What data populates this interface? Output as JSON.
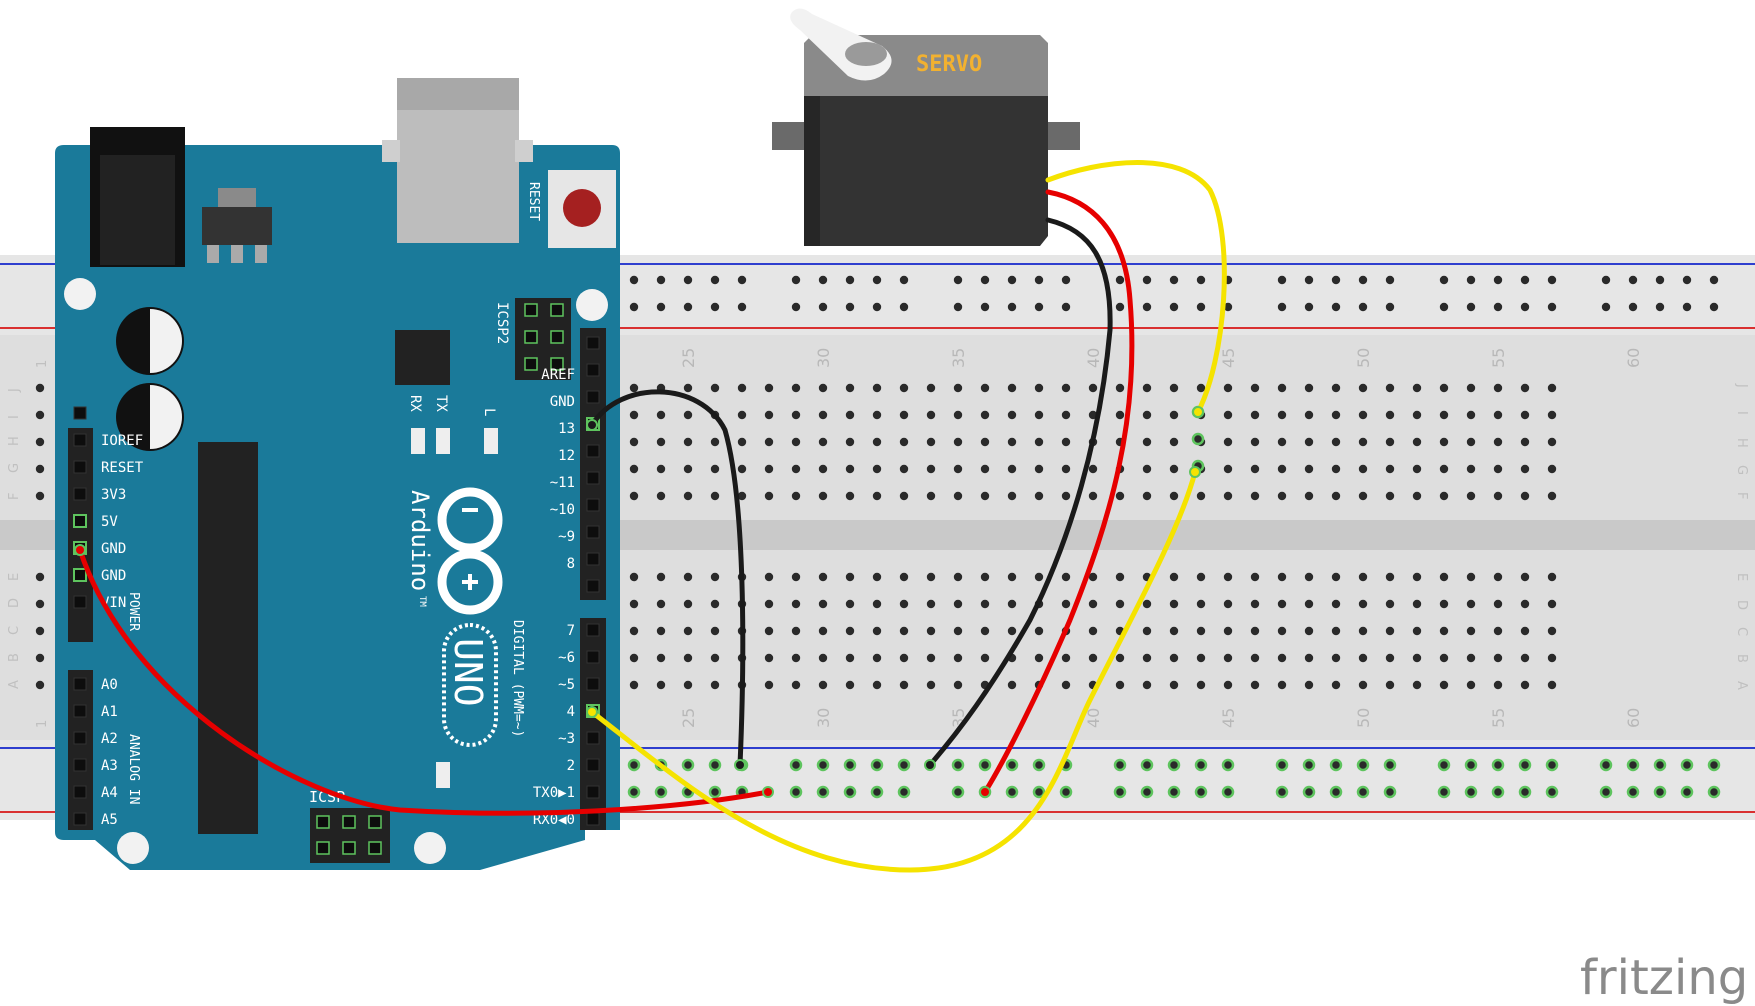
{
  "arduino": {
    "reset": "RESET",
    "icsp2": "ICSP2",
    "icsp": "ICSP",
    "rx": "RX",
    "tx": "TX",
    "led_l": "L",
    "brand": "Arduino",
    "tm": "TM",
    "model": "UNO",
    "digital": "DIGITAL (PWM=~)",
    "power": "POWER",
    "analog": "ANALOG IN",
    "power_pins": [
      "IOREF",
      "RESET",
      "3V3",
      "5V",
      "GND",
      "GND",
      "VIN"
    ],
    "analog_pins": [
      "A0",
      "A1",
      "A2",
      "A3",
      "A4",
      "A5"
    ],
    "digital_top": [
      "AREF",
      "GND",
      "13",
      "12",
      "~11",
      "~10",
      "~9",
      "8"
    ],
    "digital_bottom": [
      "7",
      "~6",
      "~5",
      "4",
      "~3",
      "2",
      "TX0▶1",
      "RX0◀0"
    ]
  },
  "breadboard": {
    "col_numbers_top": [
      "25",
      "30",
      "35",
      "40",
      "45",
      "50",
      "55",
      "60"
    ],
    "col_numbers_bottom": [
      "25",
      "30",
      "35",
      "40",
      "45",
      "50",
      "55",
      "60"
    ],
    "row_letters_left_top": [
      "J",
      "I",
      "H",
      "G",
      "F"
    ],
    "row_letters_left_bottom": [
      "E",
      "D",
      "C",
      "B",
      "A"
    ],
    "row_one_left": "1"
  },
  "servo": {
    "label": "SERVO"
  },
  "watermark": "fritzing",
  "colors": {
    "board": "#1a7a9a",
    "board_dark": "#15667f",
    "breadboard": "#dcdcdc",
    "breadboard_channel": "#c8c8c8",
    "rail_red": "#d93030",
    "rail_blue": "#2f3fcf",
    "wire_red": "#e60000",
    "wire_black": "#1a1a1a",
    "wire_yellow": "#f5e300",
    "hole_active": "#5ec45e",
    "servo_body": "#333333",
    "servo_top": "#8a8a8a"
  }
}
